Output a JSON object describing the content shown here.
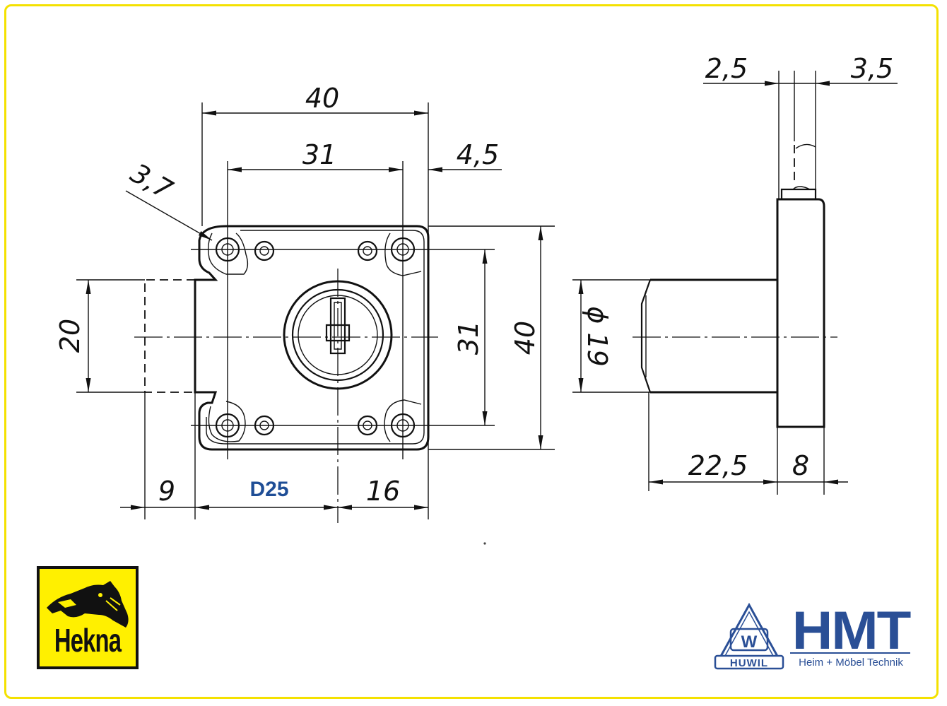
{
  "front_view": {
    "dim_width_total": "40",
    "dim_hole_spacing_h": "31",
    "dim_offset_right": "4,5",
    "dim_corner_radius": "3,7",
    "dim_bolt_height": "20",
    "dim_hole_spacing_v": "31",
    "dim_height_total": "40",
    "dim_bolt_extension": "9",
    "dim_backset_label": "D25",
    "dim_center_right": "16"
  },
  "side_view": {
    "dim_plate_left": "2,5",
    "dim_plate_right": "3,5",
    "dim_cylinder_diameter": "ϕ 19",
    "dim_cylinder_length": "22,5",
    "dim_plate_thickness": "8"
  },
  "logos": {
    "left_brand": "Hekna",
    "right_mark_letter": "W",
    "right_mark_name": "HUWIL",
    "right_brand": "HMT",
    "right_tagline": "Heim + Möbel Technik"
  },
  "colors": {
    "frame": "#f4e100",
    "accent_blue": "#1f4e96",
    "hekna_yellow": "#fff000",
    "hmt_blue": "#2a4f96"
  }
}
